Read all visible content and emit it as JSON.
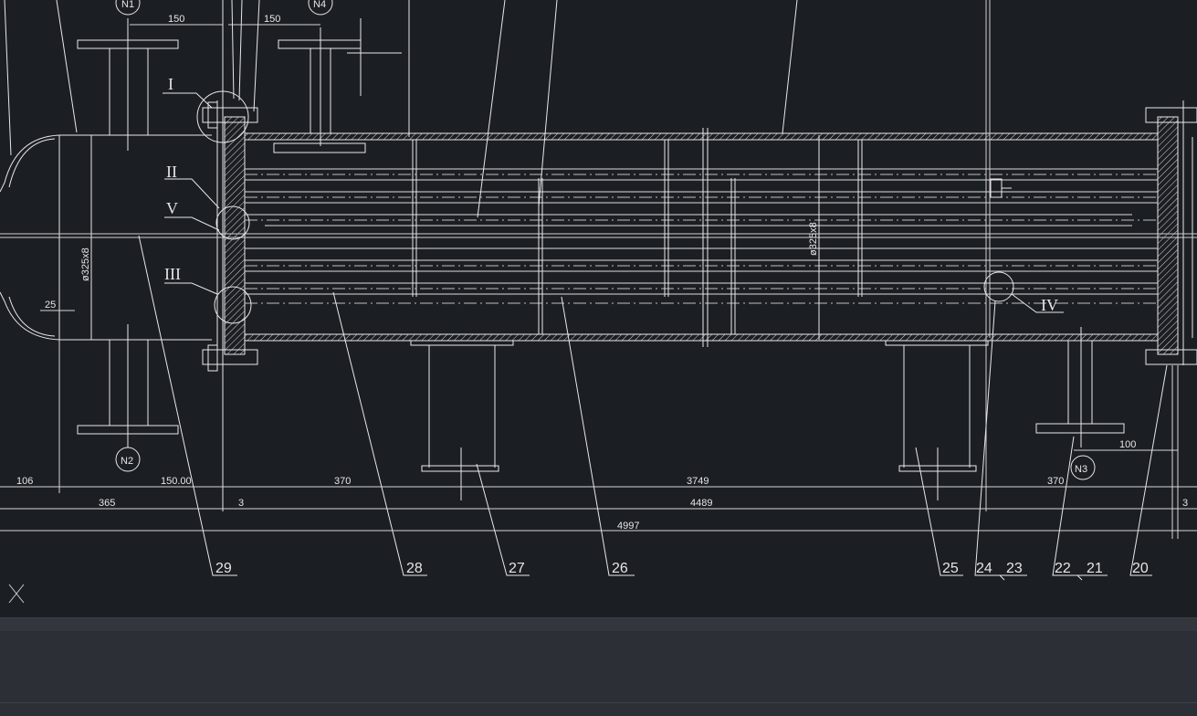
{
  "nozzles": {
    "n1": "N1",
    "n2": "N2",
    "n3": "N3",
    "n4": "N4"
  },
  "details": {
    "d1": "I",
    "d2": "II",
    "d3": "V",
    "d4": "III",
    "d5": "IV"
  },
  "diameter": "ø325x8",
  "dims": {
    "top_150_a": "150",
    "top_150_b": "150",
    "d25": "25",
    "d100": "100",
    "d106": "106",
    "d150_00": "150.00",
    "d370_a": "370",
    "d3749": "3749",
    "d370_b": "370",
    "d365": "365",
    "d3_a": "3",
    "d4489": "4489",
    "d3_b": "3",
    "d4997": "4997"
  },
  "parts": {
    "p29": "29",
    "p28": "28",
    "p27": "27",
    "p26": "26",
    "p25": "25",
    "p24": "24",
    "p23": "23",
    "p22": "22",
    "p21": "21",
    "p20": "20"
  },
  "ucs_axis": "X"
}
